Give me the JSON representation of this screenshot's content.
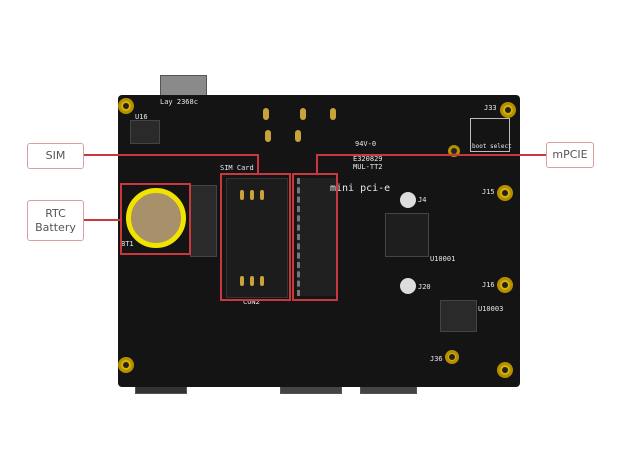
{
  "labels": {
    "sim": "SIM",
    "rtc_battery_line1": "RTC",
    "rtc_battery_line2": "Battery",
    "mpcie": "mPCIE"
  },
  "silkscreen": {
    "layout": "Lay 2368c",
    "sim_card": "SIM Card",
    "mini_pcie": "mini pci-e",
    "con2": "CON2",
    "ul": "94V-0",
    "cert": "E320829",
    "mul": "MUL-TT2",
    "boot_select": "boot select",
    "u16": "U16",
    "bt1": "BT1",
    "j33": "J33",
    "j15": "J15",
    "j16": "J16",
    "j4": "J4",
    "j20": "J20",
    "j36": "J36",
    "u10001": "U10001",
    "u10003": "U10003"
  },
  "colors": {
    "highlight": "#c8383c",
    "board": "#141414",
    "mounting_hole": "#d8b300",
    "battery_ring": "#f2e200"
  }
}
